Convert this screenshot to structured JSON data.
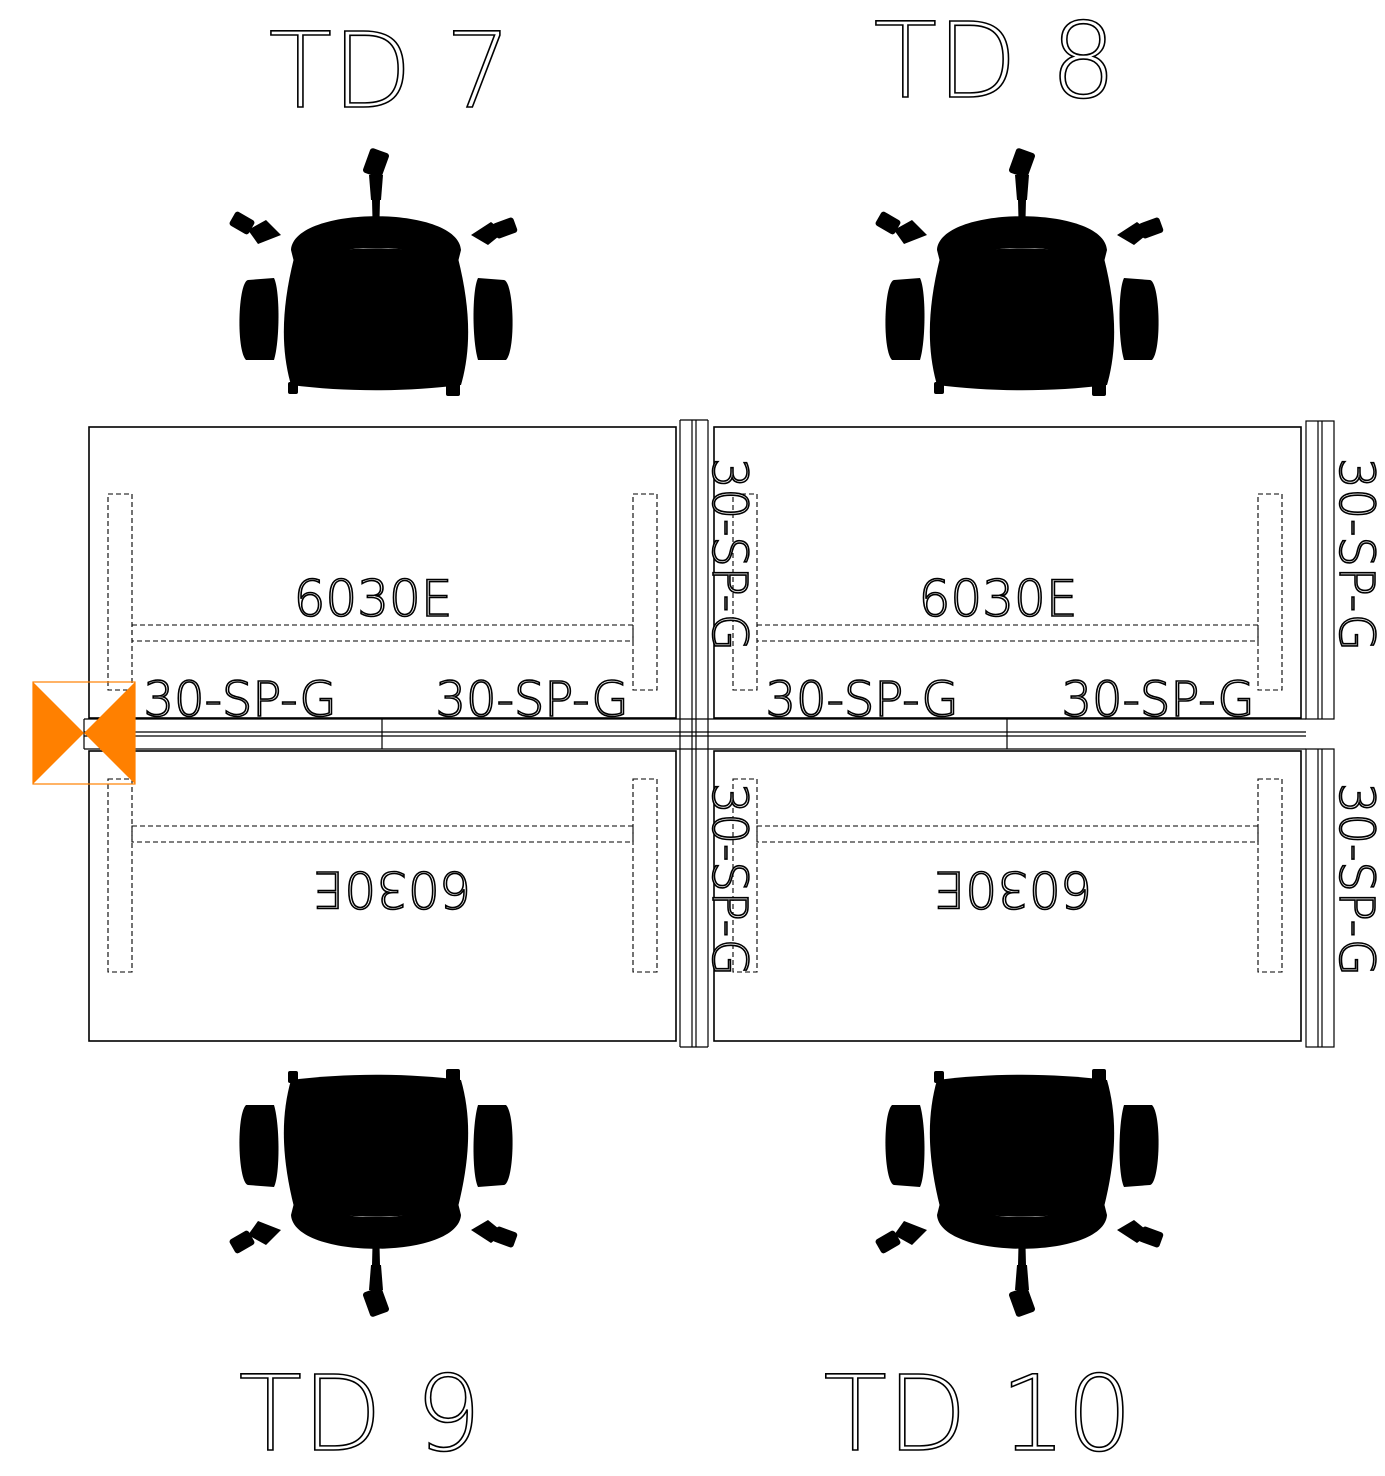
{
  "stations": [
    {
      "label": "TD 7",
      "desk_code": "6030E",
      "screen_front": "30-SP-G",
      "screen_side": "30-SP-G"
    },
    {
      "label": "TD 8",
      "desk_code": "6030E",
      "screen_front": "30-SP-G",
      "screen_side": "30-SP-G",
      "screen_end": "30-SP-G"
    },
    {
      "label": "TD 9",
      "desk_code": "6030E",
      "screen_side": "30-SP-G"
    },
    {
      "label": "TD 10",
      "desk_code": "6030E",
      "screen_side": "30-SP-G",
      "screen_end": "30-SP-G"
    }
  ],
  "marker": {
    "color": "#FF8000"
  }
}
